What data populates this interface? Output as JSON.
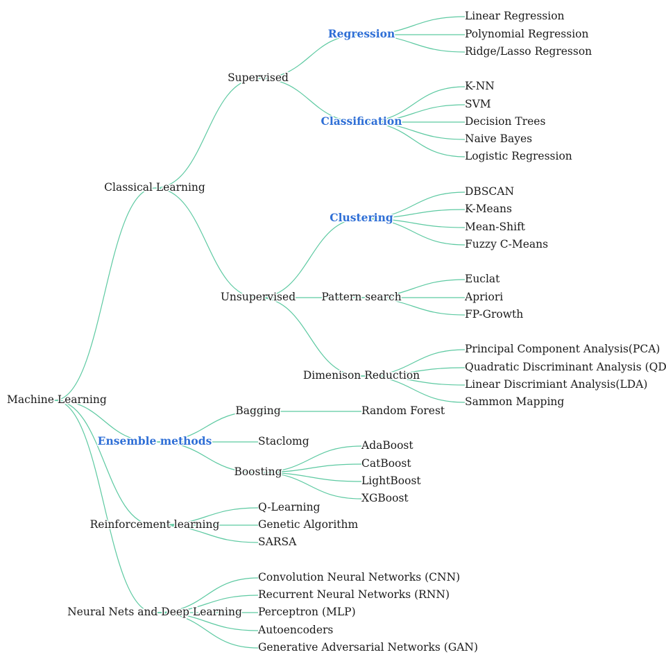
{
  "tree": {
    "label": "Machine Learning",
    "children": [
      {
        "label": "Classical Learning",
        "children": [
          {
            "label": "Supervised",
            "children": [
              {
                "label": "Regression",
                "highlight": true,
                "children": [
                  {
                    "label": "Linear Regression"
                  },
                  {
                    "label": "Polynomial Regression"
                  },
                  {
                    "label": "Ridge/Lasso Regresson"
                  }
                ]
              },
              {
                "label": "Classification",
                "highlight": true,
                "children": [
                  {
                    "label": "K-NN"
                  },
                  {
                    "label": "SVM"
                  },
                  {
                    "label": "Decision Trees"
                  },
                  {
                    "label": "Naive Bayes"
                  },
                  {
                    "label": "Logistic Regression"
                  }
                ]
              }
            ]
          },
          {
            "label": "Unsupervised",
            "children": [
              {
                "label": "Clustering",
                "highlight": true,
                "children": [
                  {
                    "label": "DBSCAN"
                  },
                  {
                    "label": "K-Means"
                  },
                  {
                    "label": "Mean-Shift"
                  },
                  {
                    "label": "Fuzzy C-Means"
                  }
                ]
              },
              {
                "label": "Pattern search",
                "children": [
                  {
                    "label": "Euclat"
                  },
                  {
                    "label": "Apriori"
                  },
                  {
                    "label": "FP-Growth"
                  }
                ]
              },
              {
                "label": "Dimenison Reduction",
                "children": [
                  {
                    "label": "Principal Component Analysis(PCA)"
                  },
                  {
                    "label": "Quadratic Discriminant Analysis (QDA)"
                  },
                  {
                    "label": "Linear Discrimiant Analysis(LDA)"
                  },
                  {
                    "label": "Sammon Mapping"
                  }
                ]
              }
            ]
          }
        ]
      },
      {
        "label": "Ensemble methods",
        "highlight": true,
        "children": [
          {
            "label": "Bagging",
            "children": [
              {
                "label": "Random Forest"
              }
            ]
          },
          {
            "label": "Staclomg"
          },
          {
            "label": "Boosting",
            "children": [
              {
                "label": "AdaBoost"
              },
              {
                "label": "CatBoost"
              },
              {
                "label": "LightBoost"
              },
              {
                "label": "XGBoost"
              }
            ]
          }
        ]
      },
      {
        "label": "Reinforcement learning",
        "children": [
          {
            "label": "Q-Learning"
          },
          {
            "label": "Genetic Algorithm"
          },
          {
            "label": "SARSA"
          }
        ]
      },
      {
        "label": "Neural Nets and Deep Learning",
        "children": [
          {
            "label": "Convolution Neural Networks (CNN)"
          },
          {
            "label": "Recurrent Neural Networks (RNN)"
          },
          {
            "label": "Perceptron (MLP)"
          },
          {
            "label": "Autoencoders"
          },
          {
            "label": "Generative Adversarial Networks (GAN)"
          }
        ]
      }
    ]
  },
  "colors": {
    "edge": "#5cc9a1",
    "highlight_text": "#2f6fd6",
    "text": "#1a1a1a"
  }
}
